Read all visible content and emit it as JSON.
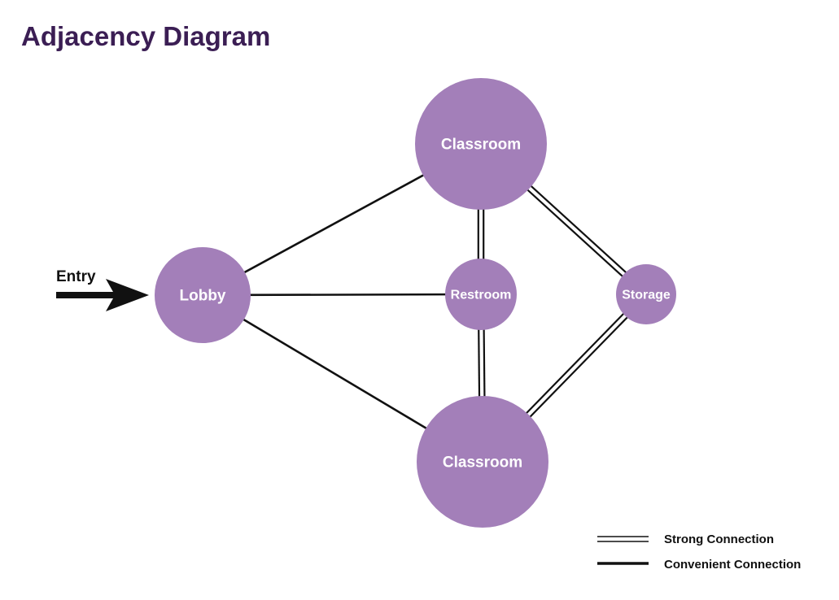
{
  "title": "Adjacency Diagram",
  "colors": {
    "title": "#3b1e54",
    "node_fill": "#a37fb9",
    "node_text": "#ffffff",
    "line": "#111111"
  },
  "entry": {
    "label": "Entry",
    "target": "lobby"
  },
  "nodes": [
    {
      "id": "classroom-top",
      "label": "Classroom"
    },
    {
      "id": "lobby",
      "label": "Lobby"
    },
    {
      "id": "restroom",
      "label": "Restroom"
    },
    {
      "id": "storage",
      "label": "Storage"
    },
    {
      "id": "classroom-bottom",
      "label": "Classroom"
    }
  ],
  "edges": [
    {
      "from": "lobby",
      "to": "classroom-top",
      "type": "convenient"
    },
    {
      "from": "lobby",
      "to": "restroom",
      "type": "convenient"
    },
    {
      "from": "lobby",
      "to": "classroom-bottom",
      "type": "convenient"
    },
    {
      "from": "classroom-top",
      "to": "restroom",
      "type": "strong"
    },
    {
      "from": "restroom",
      "to": "classroom-bottom",
      "type": "strong"
    },
    {
      "from": "classroom-top",
      "to": "storage",
      "type": "strong"
    },
    {
      "from": "storage",
      "to": "classroom-bottom",
      "type": "strong"
    }
  ],
  "legend": {
    "strong_label": "Strong Connection",
    "convenient_label": "Convenient Connection"
  }
}
